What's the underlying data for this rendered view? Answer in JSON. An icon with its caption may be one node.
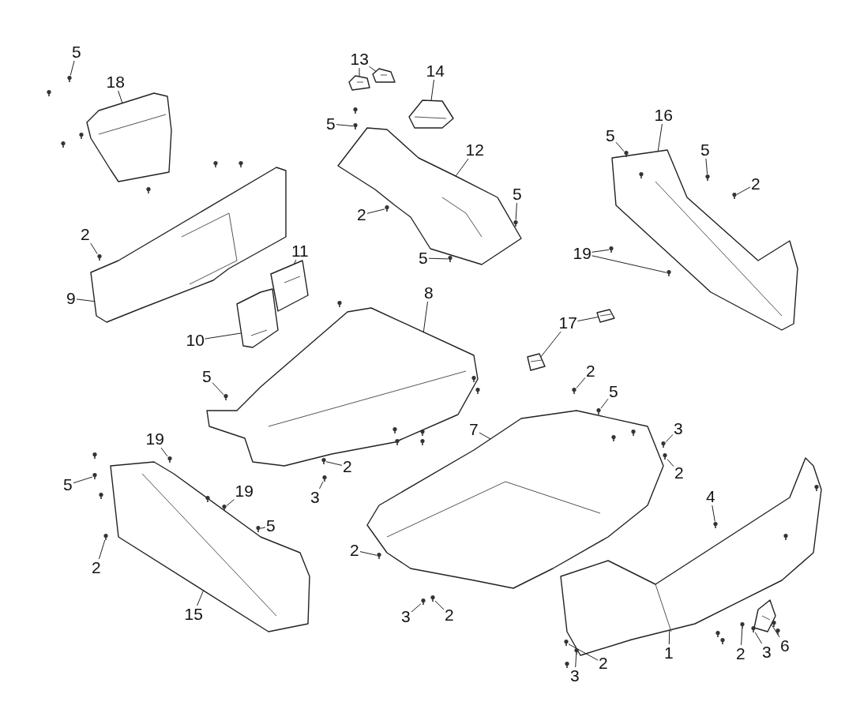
{
  "diagram": {
    "nodes": [
      {
        "text": [
          "5"
        ]
      },
      {
        "text": [
          "18"
        ]
      },
      {
        "text": [
          "5"
        ]
      },
      {
        "text": [
          "13"
        ]
      },
      {
        "text": [
          "14"
        ]
      },
      {
        "text": [
          "16"
        ]
      },
      {
        "text": [
          "5"
        ]
      },
      {
        "text": [
          "5"
        ]
      },
      {
        "text": [
          "2"
        ]
      },
      {
        "text": [
          "12"
        ]
      },
      {
        "text": [
          "2"
        ]
      },
      {
        "text": [
          "5"
        ]
      },
      {
        "text": [
          "5"
        ]
      },
      {
        "text": [
          "2"
        ]
      },
      {
        "text": [
          "11"
        ]
      },
      {
        "text": [
          "9"
        ]
      },
      {
        "text": [
          "10"
        ]
      },
      {
        "text": [
          "19"
        ]
      },
      {
        "text": [
          "8"
        ]
      },
      {
        "text": [
          "17"
        ]
      },
      {
        "text": [
          "5"
        ]
      },
      {
        "text": [
          "2"
        ]
      },
      {
        "text": [
          "5"
        ]
      },
      {
        "text": [
          "7"
        ]
      },
      {
        "text": [
          "3"
        ]
      },
      {
        "text": [
          "2"
        ]
      },
      {
        "text": [
          "19"
        ]
      },
      {
        "text": [
          "5"
        ]
      },
      {
        "text": [
          "2"
        ]
      },
      {
        "text": [
          "3"
        ]
      },
      {
        "text": [
          "19"
        ]
      },
      {
        "text": [
          "5"
        ]
      },
      {
        "text": [
          "4"
        ]
      },
      {
        "text": [
          "2"
        ]
      },
      {
        "text": [
          "2"
        ]
      },
      {
        "text": [
          "15"
        ]
      },
      {
        "text": [
          "3"
        ]
      },
      {
        "text": [
          "2"
        ]
      },
      {
        "text": [
          "1"
        ]
      },
      {
        "text": [
          "6"
        ]
      },
      {
        "text": [
          "3"
        ]
      },
      {
        "text": [
          "2"
        ]
      },
      {
        "text": [
          "2"
        ]
      },
      {
        "text": [
          "3"
        ]
      },
      {
        "text": [],
        "shape": "picture"
      },
      {
        "text": [],
        "shape": "picture"
      },
      {
        "text": [],
        "shape": "picture"
      },
      {
        "text": [],
        "shape": "picture"
      },
      {
        "text": [],
        "shape": "picture"
      },
      {
        "text": [],
        "shape": "picture"
      },
      {
        "text": [],
        "shape": "picture"
      },
      {
        "text": [],
        "shape": "picture"
      },
      {
        "text": [],
        "shape": "picture"
      },
      {
        "text": [],
        "shape": "picture"
      },
      {
        "text": [],
        "shape": "picture"
      },
      {
        "text": [],
        "shape": "picture"
      },
      {
        "text": [],
        "shape": "picture"
      },
      {
        "text": [],
        "shape": "picture"
      },
      {
        "text": [],
        "shape": "picture"
      },
      {
        "text": [],
        "shape": "picture"
      },
      {
        "text": [],
        "shape": "picture"
      },
      {
        "text": [],
        "shape": "picture"
      },
      {
        "text": [],
        "shape": "picture"
      },
      {
        "text": [],
        "shape": "picture"
      },
      {
        "text": [],
        "shape": "picture"
      },
      {
        "text": [],
        "shape": "picture"
      },
      {
        "text": [],
        "shape": "picture"
      },
      {
        "text": [],
        "shape": "picture"
      },
      {
        "text": [],
        "shape": "picture"
      },
      {
        "text": [],
        "shape": "picture"
      },
      {
        "text": [],
        "shape": "picture"
      },
      {
        "text": [],
        "shape": "picture"
      },
      {
        "text": [],
        "shape": "picture"
      },
      {
        "text": [],
        "shape": "picture"
      },
      {
        "text": [],
        "shape": "picture"
      },
      {
        "text": [],
        "shape": "picture"
      },
      {
        "text": [],
        "shape": "picture"
      },
      {
        "text": [],
        "shape": "picture"
      },
      {
        "text": [],
        "shape": "picture"
      },
      {
        "text": [],
        "shape": "picture"
      },
      {
        "text": [],
        "shape": "picture"
      },
      {
        "text": [],
        "shape": "picture"
      },
      {
        "text": [],
        "shape": "picture"
      },
      {
        "text": [],
        "shape": "picture"
      },
      {
        "text": [],
        "shape": "picture"
      },
      {
        "text": [],
        "shape": "picture"
      },
      {
        "text": [],
        "shape": "picture"
      },
      {
        "text": [],
        "shape": "picture"
      },
      {
        "text": [],
        "shape": "picture"
      },
      {
        "text": [],
        "shape": "picture"
      },
      {
        "text": [],
        "shape": "picture"
      }
    ],
    "edges": [
      {
        "from": 0,
        "to": 60,
        "arrow": "none"
      },
      {
        "from": 1,
        "to": 44,
        "arrow": "none"
      },
      {
        "from": 2,
        "to": 61,
        "arrow": "none"
      },
      {
        "from": 3,
        "to": 48,
        "arrow": "none"
      },
      {
        "from": 3,
        "to": 49,
        "arrow": "none"
      },
      {
        "from": 4,
        "to": 50,
        "arrow": "none"
      },
      {
        "from": 5,
        "to": 52,
        "arrow": "none"
      },
      {
        "from": 6,
        "to": 62,
        "arrow": "none"
      },
      {
        "from": 7,
        "to": 63,
        "arrow": "none"
      },
      {
        "from": 8,
        "to": 64,
        "arrow": "none"
      },
      {
        "from": 9,
        "to": 51,
        "arrow": "none"
      },
      {
        "from": 10,
        "to": 65,
        "arrow": "none"
      },
      {
        "from": 11,
        "to": 66,
        "arrow": "none"
      },
      {
        "from": 12,
        "to": 67,
        "arrow": "none"
      },
      {
        "from": 13,
        "to": 68,
        "arrow": "none"
      },
      {
        "from": 14,
        "to": 47,
        "arrow": "none"
      },
      {
        "from": 15,
        "to": 45,
        "arrow": "none"
      },
      {
        "from": 16,
        "to": 46,
        "arrow": "none"
      },
      {
        "from": 17,
        "to": 69,
        "arrow": "none"
      },
      {
        "from": 17,
        "to": 70,
        "arrow": "none"
      },
      {
        "from": 18,
        "to": 53,
        "arrow": "none"
      },
      {
        "from": 19,
        "to": 54,
        "arrow": "none"
      },
      {
        "from": 19,
        "to": 55,
        "arrow": "none"
      },
      {
        "from": 20,
        "to": 71,
        "arrow": "none"
      },
      {
        "from": 21,
        "to": 72,
        "arrow": "none"
      },
      {
        "from": 22,
        "to": 73,
        "arrow": "none"
      },
      {
        "from": 23,
        "to": 56,
        "arrow": "none"
      },
      {
        "from": 24,
        "to": 74,
        "arrow": "none"
      },
      {
        "from": 25,
        "to": 75,
        "arrow": "none"
      },
      {
        "from": 26,
        "to": 76,
        "arrow": "none"
      },
      {
        "from": 27,
        "to": 77,
        "arrow": "none"
      },
      {
        "from": 28,
        "to": 78,
        "arrow": "none"
      },
      {
        "from": 29,
        "to": 79,
        "arrow": "none"
      },
      {
        "from": 30,
        "to": 80,
        "arrow": "none"
      },
      {
        "from": 31,
        "to": 81,
        "arrow": "none"
      },
      {
        "from": 32,
        "to": 82,
        "arrow": "none"
      },
      {
        "from": 33,
        "to": 83,
        "arrow": "none"
      },
      {
        "from": 34,
        "to": 84,
        "arrow": "none"
      },
      {
        "from": 35,
        "to": 57,
        "arrow": "none"
      },
      {
        "from": 36,
        "to": 85,
        "arrow": "none"
      },
      {
        "from": 37,
        "to": 86,
        "arrow": "none"
      },
      {
        "from": 38,
        "to": 58,
        "arrow": "none"
      },
      {
        "from": 39,
        "to": 59,
        "arrow": "none"
      },
      {
        "from": 40,
        "to": 87,
        "arrow": "none"
      },
      {
        "from": 41,
        "to": 88,
        "arrow": "none"
      },
      {
        "from": 42,
        "to": 89,
        "arrow": "none"
      },
      {
        "from": 43,
        "to": 90,
        "arrow": "none"
      }
    ]
  }
}
